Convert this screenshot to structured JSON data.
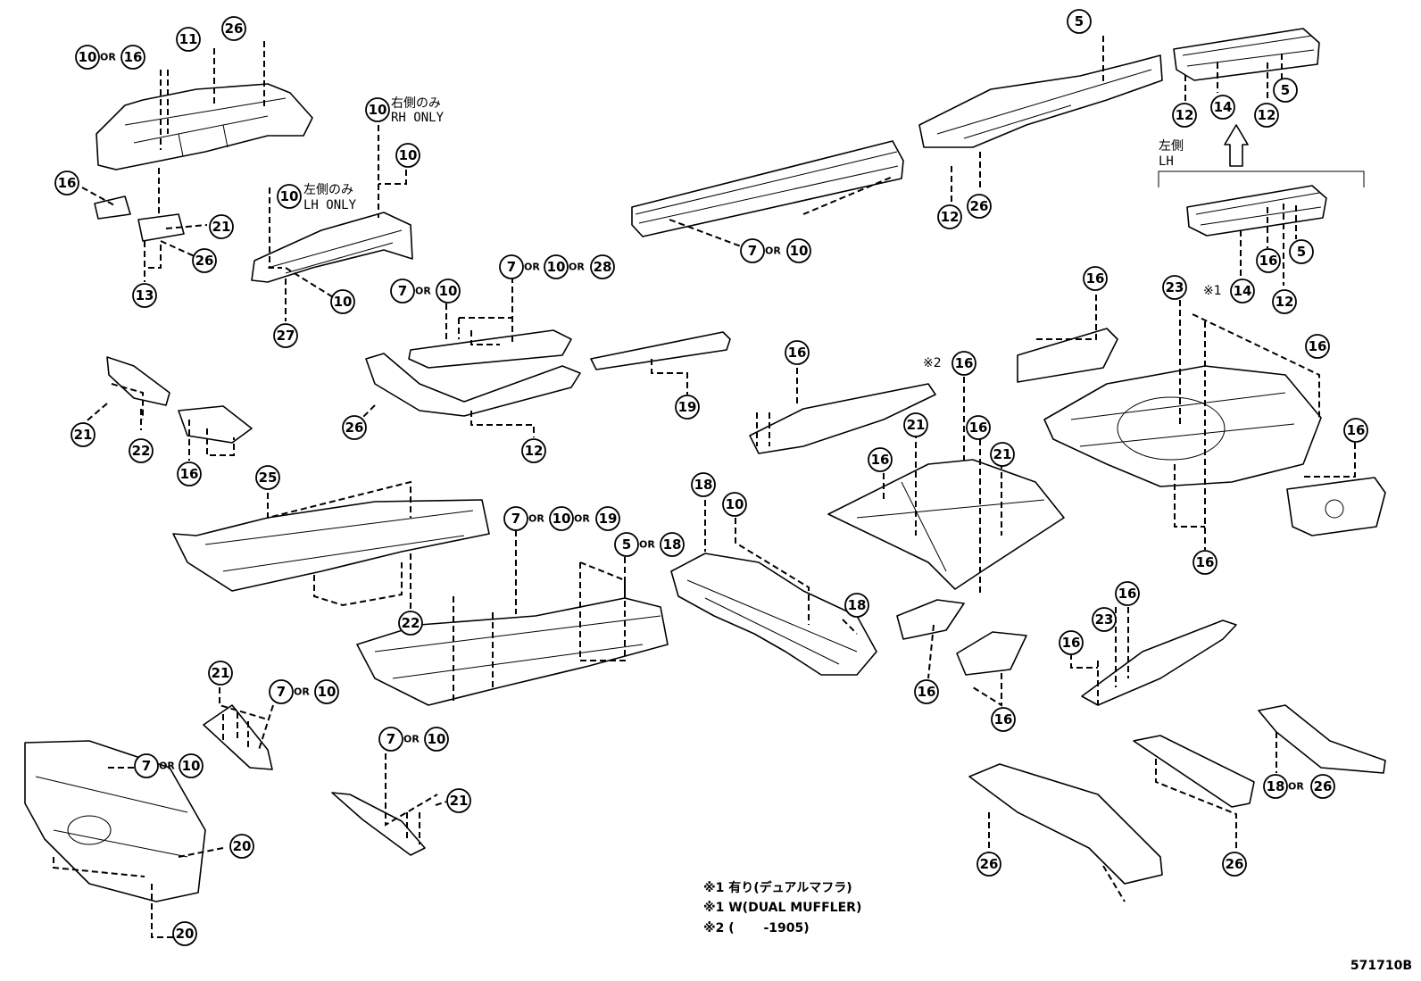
{
  "callouts": {
    "c01": "10",
    "c02": "16",
    "c03": "11",
    "c04": "26",
    "c05": "16",
    "c06": "21",
    "c07": "26",
    "c08": "13",
    "c09": "10",
    "c10": "10",
    "c11": "10",
    "c12": "10",
    "c13": "27",
    "c14": "5",
    "c15": "12",
    "c16": "26",
    "c17": "7",
    "c18": "10",
    "c19": "12",
    "c20": "14",
    "c21": "12",
    "c22": "5",
    "c23": "16",
    "c24": "5",
    "c25": "14",
    "c26": "12",
    "c27": "7",
    "c28": "10",
    "c29": "7",
    "c30": "10",
    "c31": "28",
    "c32": "26",
    "c33": "12",
    "c34": "19",
    "c35": "21",
    "c36": "22",
    "c37": "16",
    "c38": "16",
    "c39": "16",
    "c40": "16",
    "c41": "23",
    "c42": "16",
    "c43": "16",
    "c44": "16",
    "c45": "21",
    "c46": "16",
    "c47": "16",
    "c48": "21",
    "c49": "25",
    "c50": "22",
    "c51": "7",
    "c52": "10",
    "c53": "19",
    "c54": "5",
    "c55": "18",
    "c56": "18",
    "c57": "10",
    "c58": "18",
    "c59": "16",
    "c60": "16",
    "c61": "16",
    "c62": "23",
    "c63": "16",
    "c64": "21",
    "c65": "7",
    "c66": "10",
    "c67": "7",
    "c68": "10",
    "c69": "20",
    "c70": "20",
    "c71": "7",
    "c72": "10",
    "c73": "21",
    "c74": "26",
    "c75": "26",
    "c76": "18",
    "c77": "26"
  },
  "or_label": "OR",
  "labels": {
    "rh_only_jp": "右側のみ",
    "rh_only_en": "RH ONLY",
    "lh_only_jp": "左側のみ",
    "lh_only_en": "LH ONLY",
    "lh_jp": "左側",
    "lh_en": "LH",
    "mark1": "※1",
    "mark2": "※2"
  },
  "footnotes": {
    "line1": "※1 有り(デュアルマフラ)",
    "line2": "※1 W(DUAL MUFFLER)",
    "line3": "※2 (　　 -1905)"
  },
  "diagram_code": "571710B"
}
